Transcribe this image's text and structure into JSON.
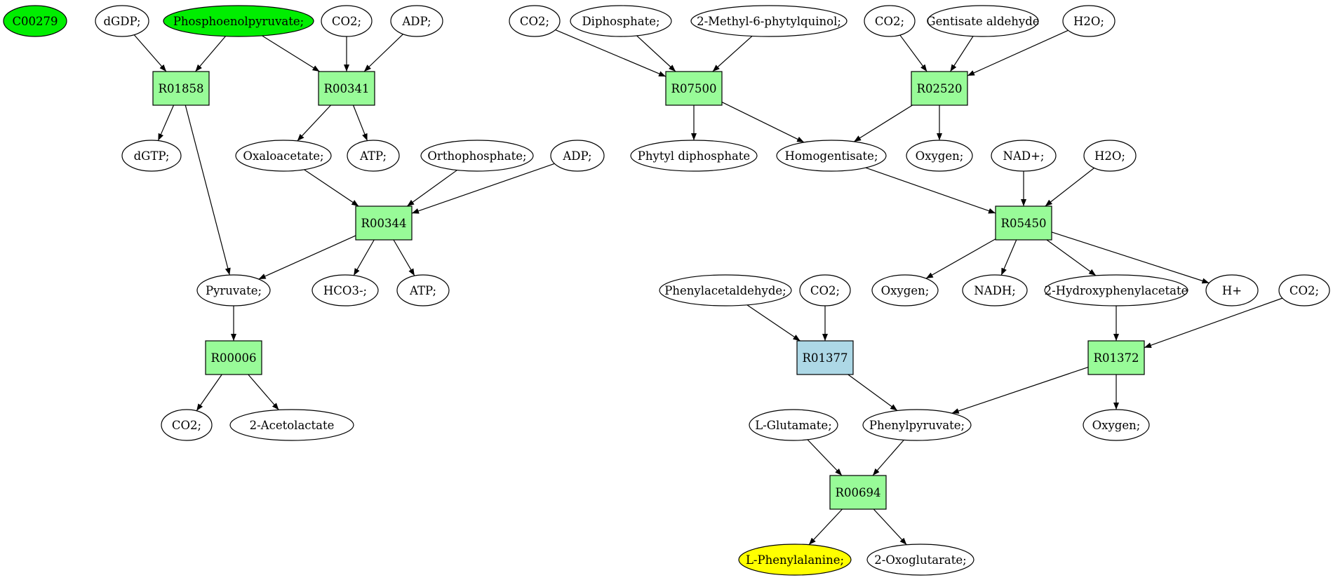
{
  "colors": {
    "default_fill": "#ffffff",
    "start_compound": "#00ee00",
    "target_compound": "#ffff00",
    "reaction": "#98fb98",
    "highlight_reaction": "#add8e6"
  },
  "nodes": {
    "c00279": {
      "label": "C00279",
      "kind": "compound",
      "fill": "start_compound"
    },
    "dgdp": {
      "label": "dGDP;",
      "kind": "compound"
    },
    "pep": {
      "label": "Phosphoenolpyruvate;",
      "kind": "compound",
      "fill": "start_compound"
    },
    "co2_a": {
      "label": "CO2;",
      "kind": "compound"
    },
    "adp_a": {
      "label": "ADP;",
      "kind": "compound"
    },
    "r01858": {
      "label": "R01858",
      "kind": "reaction"
    },
    "r00341": {
      "label": "R00341",
      "kind": "reaction"
    },
    "dgtp": {
      "label": "dGTP;",
      "kind": "compound"
    },
    "oxaloacetate": {
      "label": "Oxaloacetate;",
      "kind": "compound"
    },
    "atp_a": {
      "label": "ATP;",
      "kind": "compound"
    },
    "orthophosphate": {
      "label": "Orthophosphate;",
      "kind": "compound"
    },
    "adp_b": {
      "label": "ADP;",
      "kind": "compound"
    },
    "r00344": {
      "label": "R00344",
      "kind": "reaction"
    },
    "pyruvate": {
      "label": "Pyruvate;",
      "kind": "compound"
    },
    "hco3": {
      "label": "HCO3-;",
      "kind": "compound"
    },
    "atp_b": {
      "label": "ATP;",
      "kind": "compound"
    },
    "r00006": {
      "label": "R00006",
      "kind": "reaction"
    },
    "co2_b": {
      "label": "CO2;",
      "kind": "compound"
    },
    "acetolactate": {
      "label": "2-Acetolactate",
      "kind": "compound"
    },
    "co2_c": {
      "label": "CO2;",
      "kind": "compound"
    },
    "diphosphate": {
      "label": "Diphosphate;",
      "kind": "compound"
    },
    "methylphytyl": {
      "label": "2-Methyl-6-phytylquinol;",
      "kind": "compound"
    },
    "co2_d": {
      "label": "CO2;",
      "kind": "compound"
    },
    "gentisate": {
      "label": "Gentisate aldehyde",
      "kind": "compound"
    },
    "h2o_a": {
      "label": "H2O;",
      "kind": "compound"
    },
    "r07500": {
      "label": "R07500",
      "kind": "reaction"
    },
    "r02520": {
      "label": "R02520",
      "kind": "reaction"
    },
    "phytyl": {
      "label": "Phytyl diphosphate",
      "kind": "compound"
    },
    "homogentisate": {
      "label": "Homogentisate;",
      "kind": "compound"
    },
    "oxygen_a": {
      "label": "Oxygen;",
      "kind": "compound"
    },
    "nad": {
      "label": "NAD+;",
      "kind": "compound"
    },
    "h2o_b": {
      "label": "H2O;",
      "kind": "compound"
    },
    "r05450": {
      "label": "R05450",
      "kind": "reaction"
    },
    "phenylacet": {
      "label": "Phenylacetaldehyde;",
      "kind": "compound"
    },
    "co2_e": {
      "label": "CO2;",
      "kind": "compound"
    },
    "oxygen_b": {
      "label": "Oxygen;",
      "kind": "compound"
    },
    "nadh": {
      "label": "NADH;",
      "kind": "compound"
    },
    "hydroxyphenyl": {
      "label": "2-Hydroxyphenylacetate",
      "kind": "compound"
    },
    "hplus": {
      "label": "H+",
      "kind": "compound"
    },
    "co2_f": {
      "label": "CO2;",
      "kind": "compound"
    },
    "r01377": {
      "label": "R01377",
      "kind": "reaction",
      "fill": "highlight_reaction"
    },
    "r01372": {
      "label": "R01372",
      "kind": "reaction"
    },
    "lglutamate": {
      "label": "L-Glutamate;",
      "kind": "compound"
    },
    "phenylpyruvate": {
      "label": "Phenylpyruvate;",
      "kind": "compound"
    },
    "oxygen_c": {
      "label": "Oxygen;",
      "kind": "compound"
    },
    "r00694": {
      "label": "R00694",
      "kind": "reaction"
    },
    "lphe": {
      "label": "L-Phenylalanine;",
      "kind": "compound",
      "fill": "target_compound"
    },
    "oxoglutarate": {
      "label": "2-Oxoglutarate;",
      "kind": "compound"
    }
  },
  "edges": [
    [
      "dgdp",
      "r01858"
    ],
    [
      "pep",
      "r01858"
    ],
    [
      "pep",
      "r00341"
    ],
    [
      "co2_a",
      "r00341"
    ],
    [
      "adp_a",
      "r00341"
    ],
    [
      "r01858",
      "dgtp"
    ],
    [
      "r01858",
      "pyruvate"
    ],
    [
      "r00341",
      "oxaloacetate"
    ],
    [
      "r00341",
      "atp_a"
    ],
    [
      "oxaloacetate",
      "r00344"
    ],
    [
      "orthophosphate",
      "r00344"
    ],
    [
      "adp_b",
      "r00344"
    ],
    [
      "r00344",
      "pyruvate"
    ],
    [
      "r00344",
      "hco3"
    ],
    [
      "r00344",
      "atp_b"
    ],
    [
      "pyruvate",
      "r00006"
    ],
    [
      "r00006",
      "co2_b"
    ],
    [
      "r00006",
      "acetolactate"
    ],
    [
      "co2_c",
      "r07500"
    ],
    [
      "diphosphate",
      "r07500"
    ],
    [
      "methylphytyl",
      "r07500"
    ],
    [
      "co2_d",
      "r02520"
    ],
    [
      "gentisate",
      "r02520"
    ],
    [
      "h2o_a",
      "r02520"
    ],
    [
      "r07500",
      "phytyl"
    ],
    [
      "r07500",
      "homogentisate"
    ],
    [
      "r02520",
      "homogentisate"
    ],
    [
      "r02520",
      "oxygen_a"
    ],
    [
      "homogentisate",
      "r05450"
    ],
    [
      "nad",
      "r05450"
    ],
    [
      "h2o_b",
      "r05450"
    ],
    [
      "r05450",
      "oxygen_b"
    ],
    [
      "r05450",
      "nadh"
    ],
    [
      "r05450",
      "hydroxyphenyl"
    ],
    [
      "r05450",
      "hplus"
    ],
    [
      "phenylacet",
      "r01377"
    ],
    [
      "co2_e",
      "r01377"
    ],
    [
      "hydroxyphenyl",
      "r01372"
    ],
    [
      "co2_f",
      "r01372"
    ],
    [
      "r01377",
      "phenylpyruvate"
    ],
    [
      "r01372",
      "phenylpyruvate"
    ],
    [
      "r01372",
      "oxygen_c"
    ],
    [
      "lglutamate",
      "r00694"
    ],
    [
      "phenylpyruvate",
      "r00694"
    ],
    [
      "r00694",
      "lphe"
    ],
    [
      "r00694",
      "oxoglutarate"
    ]
  ]
}
